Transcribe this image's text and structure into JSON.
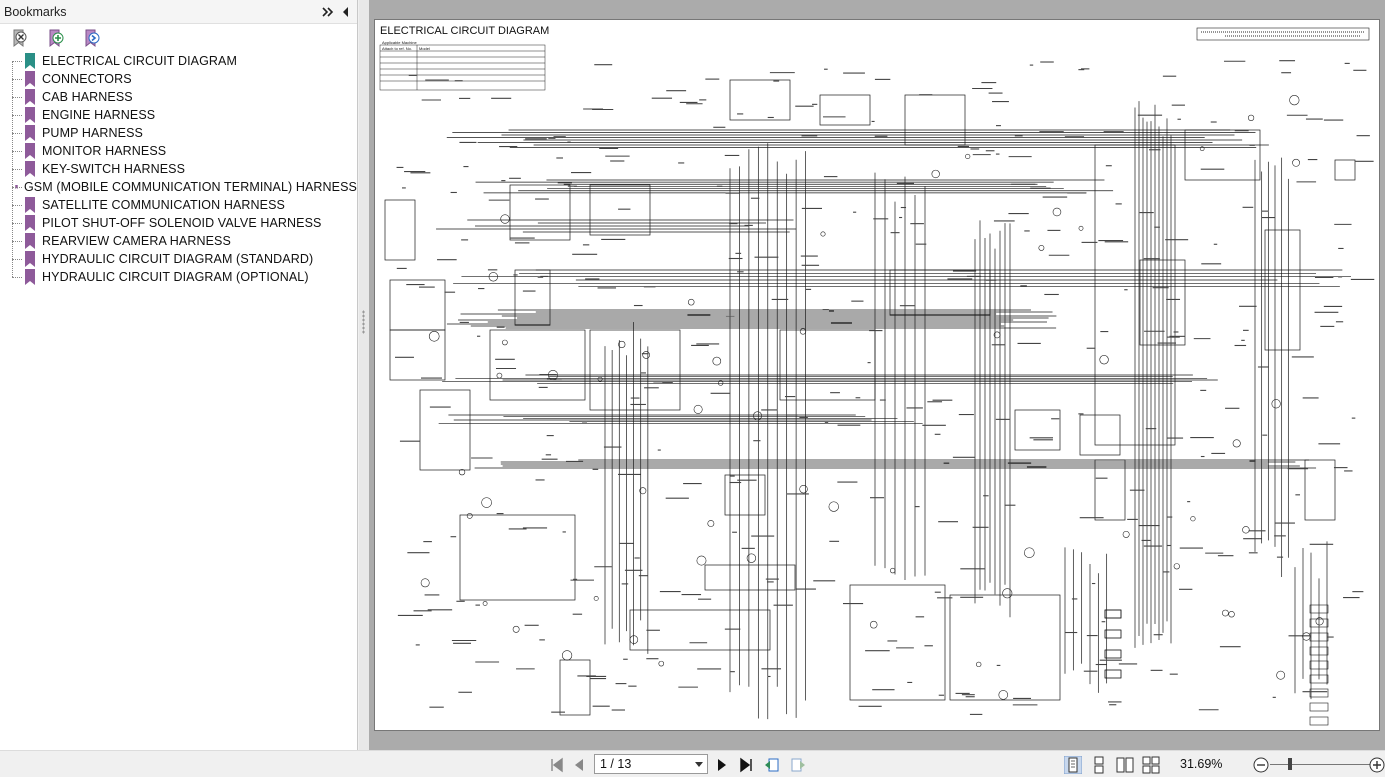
{
  "sidebar": {
    "title": "Bookmarks",
    "header_icons": [
      "expand-all-icon",
      "collapse-panel-icon"
    ],
    "toolbar_icons": [
      "delete-bookmark-icon",
      "add-bookmark-icon",
      "expand-bookmark-icon"
    ],
    "items": [
      {
        "label": "ELECTRICAL CIRCUIT DIAGRAM",
        "selected": true
      },
      {
        "label": "CONNECTORS"
      },
      {
        "label": "CAB HARNESS"
      },
      {
        "label": "ENGINE HARNESS"
      },
      {
        "label": "PUMP HARNESS"
      },
      {
        "label": "MONITOR HARNESS"
      },
      {
        "label": "KEY-SWITCH HARNESS"
      },
      {
        "label": "GSM (MOBILE COMMUNICATION TERMINAL) HARNESS"
      },
      {
        "label": "SATELLITE COMMUNICATION HARNESS"
      },
      {
        "label": "PILOT SHUT-OFF SOLENOID VALVE HARNESS"
      },
      {
        "label": "REARVIEW CAMERA HARNESS"
      },
      {
        "label": "HYDRAULIC CIRCUIT DIAGRAM (STANDARD)"
      },
      {
        "label": "HYDRAULIC CIRCUIT DIAGRAM (OPTIONAL)"
      }
    ]
  },
  "document": {
    "title": "ELECTRICAL CIRCUIT DIAGRAM",
    "subtable_header": "Applicable Machine",
    "subtable_cols": [
      "Attach to ref. No.",
      "Model"
    ]
  },
  "statusbar": {
    "page_indicator": "1 / 13",
    "zoom": "31.69%"
  },
  "colors": {
    "bookmark_flag": "#8e5a9a",
    "bookmark_flag_selected": "#2a8f86",
    "page_bg": "#ffffff",
    "view_bg": "#ababab"
  }
}
